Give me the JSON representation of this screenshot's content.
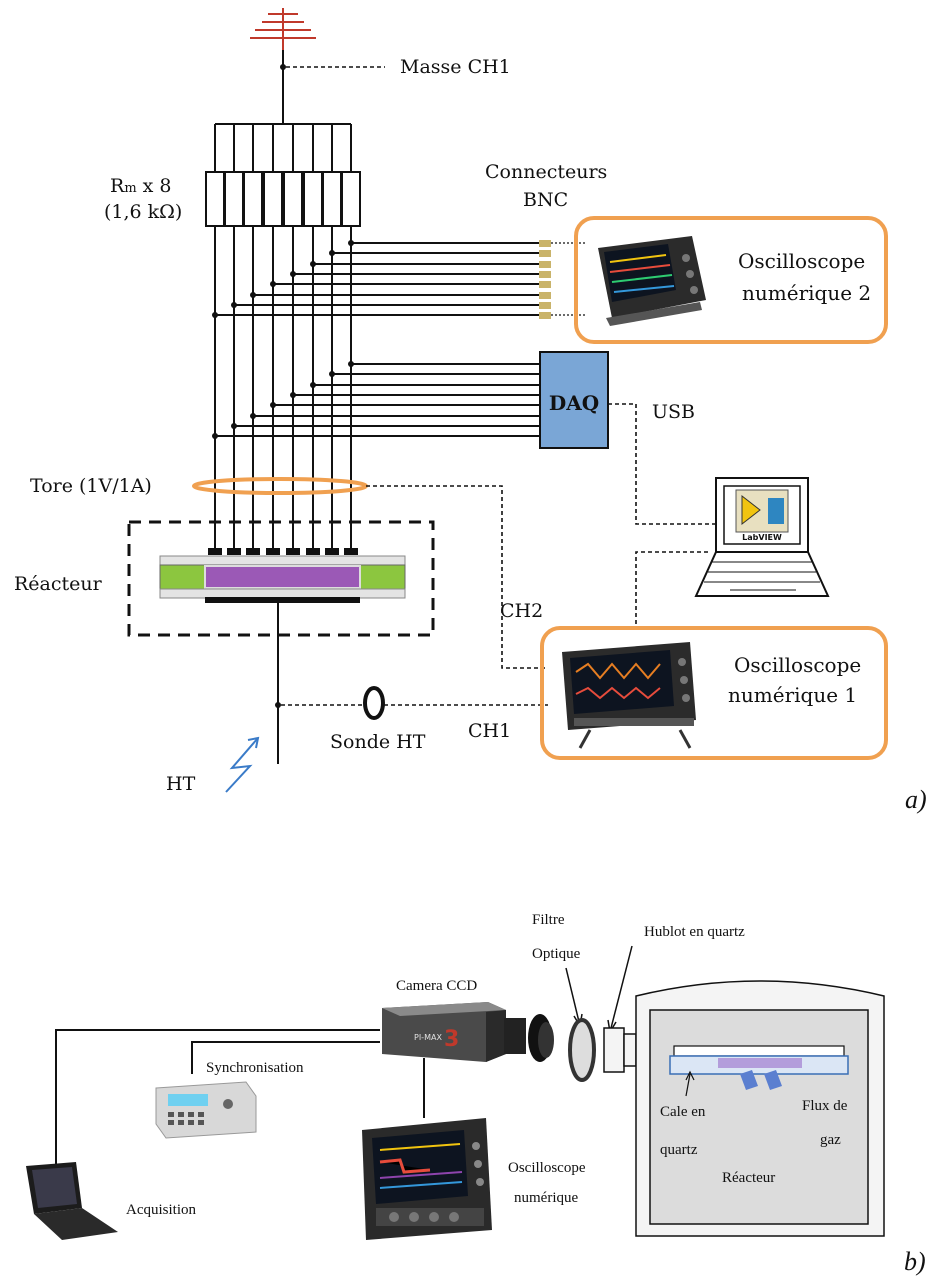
{
  "panel_a": {
    "masse": "Masse CH1",
    "rm_line1": "R",
    "rm_sub": "m",
    "rm_line1b": " x 8",
    "rm_line2": "(1,6 kΩ)",
    "connecteurs_line1": "Connecteurs",
    "connecteurs_line2": "BNC",
    "osc2_line1": "Oscilloscope",
    "osc2_line2": "numérique 2",
    "daq": "DAQ",
    "usb": "USB",
    "tore": "Tore (1V/1A)",
    "reacteur": "Réacteur",
    "ch2": "CH2",
    "osc1_line1": "Oscilloscope",
    "osc1_line2": "numérique 1",
    "ch1": "CH1",
    "sonde": "Sonde HT",
    "ht": "HT",
    "labview": "LabVIEW",
    "tag": "a)"
  },
  "panel_b": {
    "filtre_line1": "Filtre",
    "filtre_line2": "Optique",
    "hublot": "Hublot en quartz",
    "camera": "Camera CCD",
    "camera_brand": "PI-MAX",
    "camera_num": "3",
    "synchro": "Synchronisation",
    "cale_line1": "Cale en",
    "cale_line2": "quartz",
    "flux_line1": "Flux de",
    "flux_line2": "gaz",
    "reacteur": "Réacteur",
    "osc_line1": "Oscilloscope",
    "osc_line2": "numérique",
    "acquisition": "Acquisition",
    "tag": "b)"
  },
  "colors": {
    "ground": "#c0392b",
    "orange_box": "#f0a050",
    "tore": "#f0a050",
    "daq_fill": "#7aa6d6",
    "bnc": "#c9b36a",
    "dielectric_green": "#8cc63f",
    "plasma_purple": "#9b59b6",
    "ht_arrow": "#3a7bc8"
  }
}
